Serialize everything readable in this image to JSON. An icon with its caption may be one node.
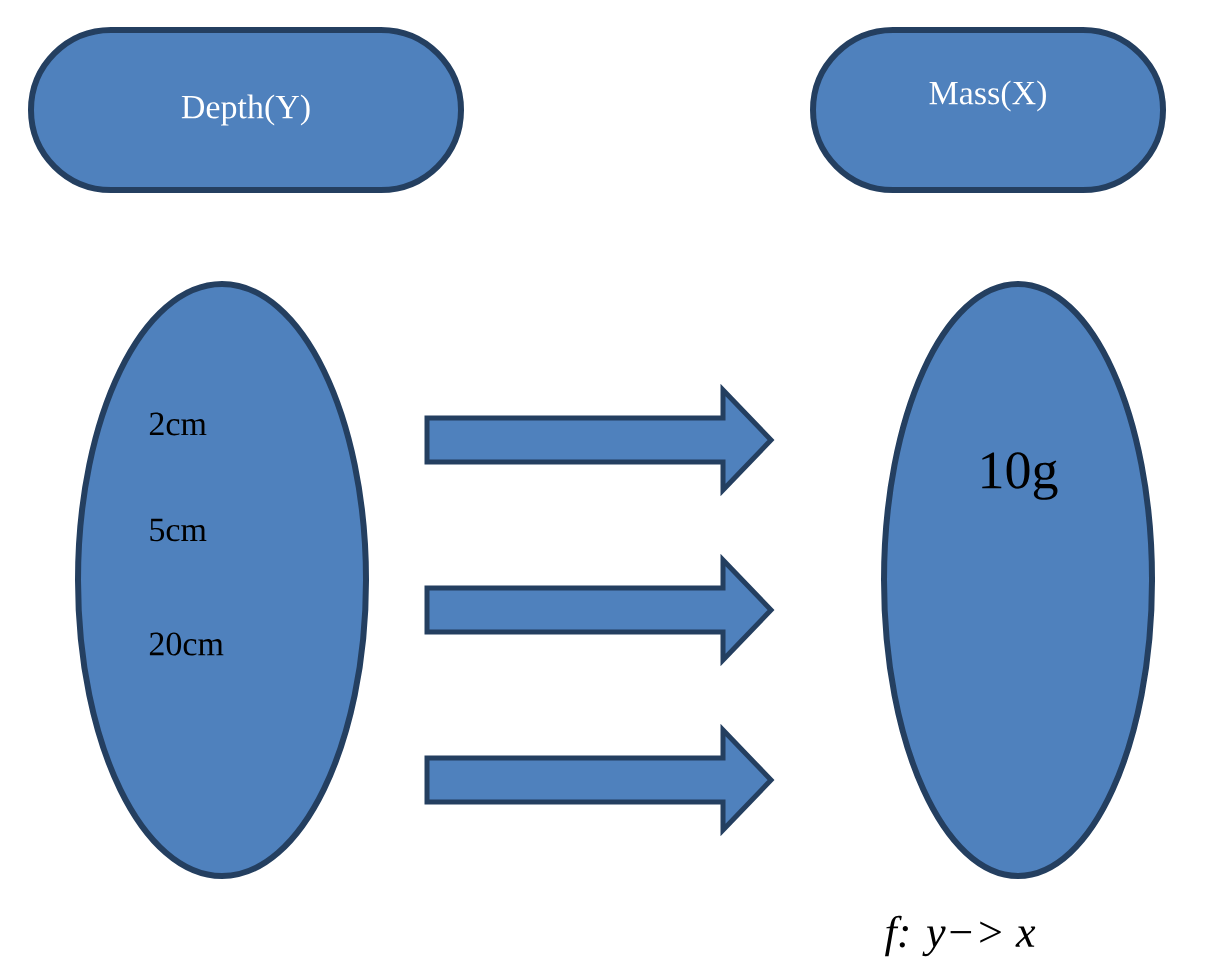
{
  "diagram": {
    "nodes": [
      {
        "text": [
          "Depth(Y)"
        ]
      },
      {
        "text": [
          "Mass(X)"
        ]
      },
      {
        "text": [
          "2cm",
          "5cm",
          "20cm"
        ]
      },
      {
        "text": [
          "10g"
        ]
      }
    ],
    "edges": [
      {
        "from": 2,
        "to": 3,
        "arrow": "to"
      },
      {
        "from": 2,
        "to": 3,
        "arrow": "to"
      },
      {
        "from": 2,
        "to": 3,
        "arrow": "to"
      }
    ],
    "labels": [
      "f: y−> x"
    ]
  }
}
